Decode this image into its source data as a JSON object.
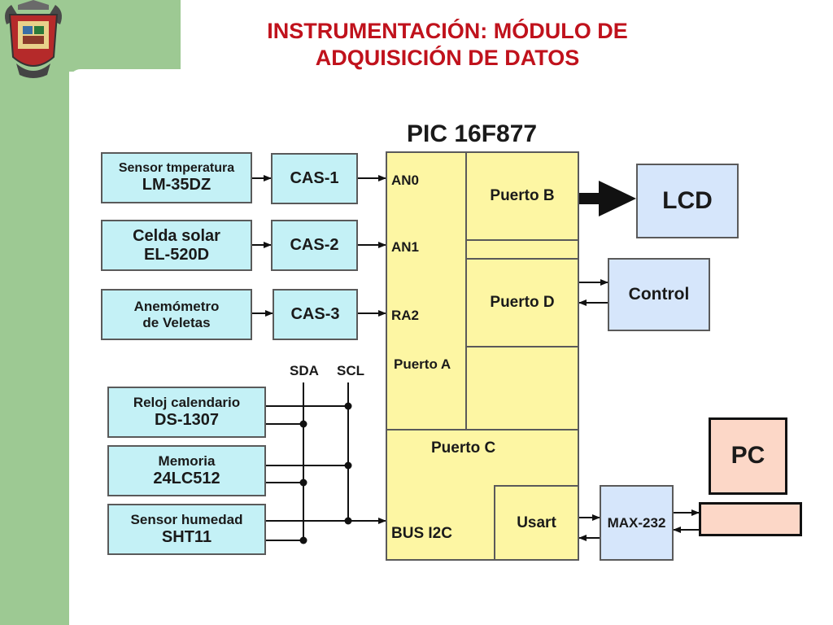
{
  "title": {
    "line1": "INSTRUMENTACIÓN: MÓDULO DE",
    "line2": "ADQUISICIÓN DE DATOS"
  },
  "sensors": [
    {
      "line1": "Sensor tmperatura",
      "line2": "LM-35DZ",
      "cas": "CAS-1",
      "pin": "AN0"
    },
    {
      "line1": "Celda solar",
      "line2": "EL-520D",
      "cas": "CAS-2",
      "pin": "AN1"
    },
    {
      "line1": "Anemómetro",
      "line2": "de Veletas",
      "cas": "CAS-3",
      "pin": "RA2"
    }
  ],
  "bus": {
    "sda": "SDA",
    "scl": "SCL"
  },
  "i2c_devices": [
    {
      "line1": "Reloj calendario",
      "line2": "DS-1307"
    },
    {
      "line1": "Memoria",
      "line2": "24LC512"
    },
    {
      "line1": "Sensor humedad",
      "line2": "SHT11"
    }
  ],
  "pic": {
    "name": "PIC 16F877",
    "puerto_a": "Puerto A",
    "puerto_b": "Puerto B",
    "puerto_c": "Puerto C",
    "puerto_d": "Puerto D",
    "usart": "Usart",
    "bus_i2c": "BUS I2C"
  },
  "outputs": {
    "lcd": "LCD",
    "control": "Control",
    "max232": "MAX-232",
    "pc": "PC"
  },
  "colors": {
    "title": "#c0121c",
    "sensor_fill": "#c4f1f6",
    "pic_fill": "#fdf6a3",
    "output_fill": "#d6e6fb",
    "pc_fill": "#fcd7c7",
    "background_band": "#9dc993"
  },
  "icons": {
    "logo": "university-seal-icon"
  }
}
